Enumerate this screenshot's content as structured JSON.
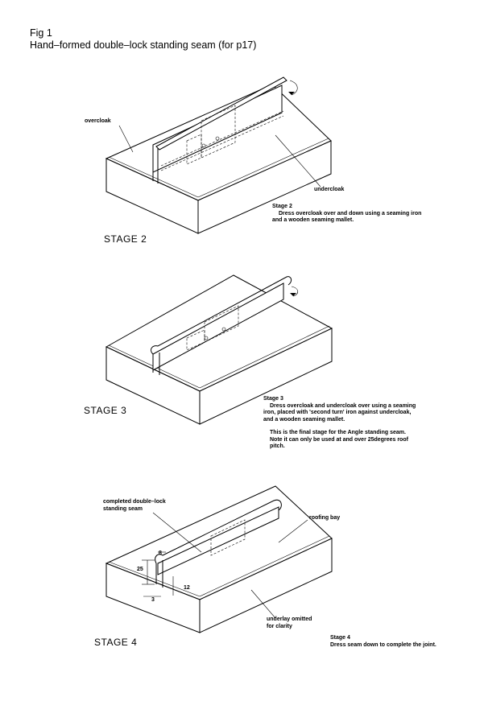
{
  "header": {
    "fig_label": "Fig 1",
    "title": "Hand–formed double–lock standing seam (for p17)"
  },
  "stage2": {
    "stage_label": "STAGE 2",
    "callouts": {
      "overcloak": "overcloak",
      "undercloak": "undercloak"
    },
    "note_heading": "Stage 2",
    "note_lines": [
      "Dress overcloak over and down using a seaming iron",
      "and a wooden seaming mallet."
    ]
  },
  "stage3": {
    "stage_label": "STAGE 3",
    "note_heading": "Stage 3",
    "note_lines": [
      "Dress overcloak and undercloak over using a seaming",
      "iron, placed with 'second turn' iron against undercloak,",
      "and a wooden seaming mallet."
    ],
    "note2_lines": [
      "This is the final stage for the Angle standing seam.",
      "Note it can only be used at and over 25degrees roof",
      "pitch."
    ]
  },
  "stage4": {
    "stage_label": "STAGE 4",
    "callouts": {
      "completed_line1": "completed double–lock",
      "completed_line2": "standing seam",
      "roofing_bay": "roofing bay",
      "underlay_line1": "underlay omitted",
      "underlay_line2": "for clarity"
    },
    "dimensions": {
      "d25": "25",
      "d8": "8",
      "d12": "12",
      "d3": "3"
    },
    "note_heading": "Stage 4",
    "note_lines": [
      "Dress seam down to complete the joint."
    ]
  }
}
